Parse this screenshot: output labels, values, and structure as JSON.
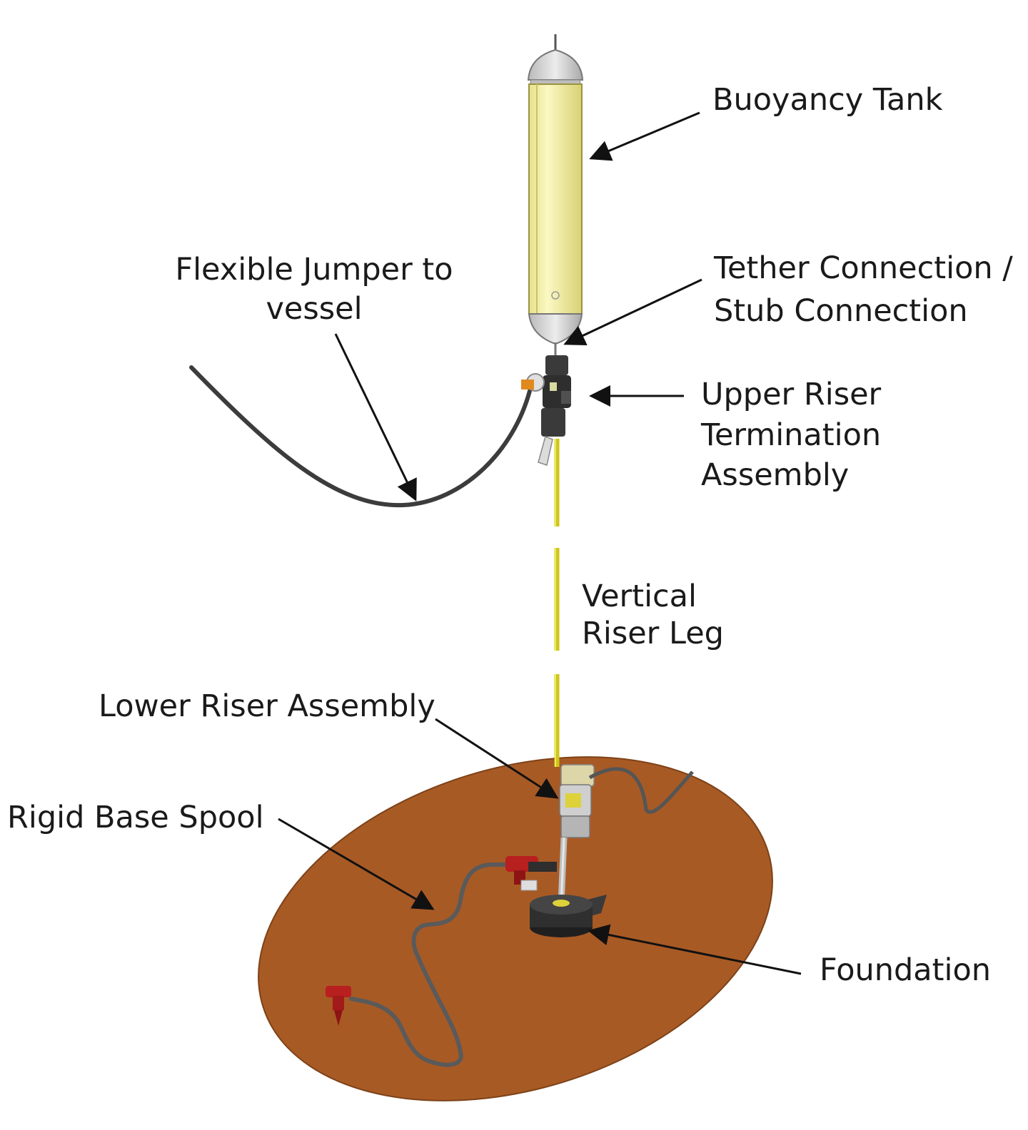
{
  "labels": {
    "buoyancy_tank": "Buoyancy Tank",
    "tether_line1": "Tether Connection /",
    "tether_line2": "Stub Connection",
    "jumper_line1": "Flexible Jumper to",
    "jumper_line2": "vessel",
    "urta_line1": "Upper Riser",
    "urta_line2": "Termination",
    "urta_line3": "Assembly",
    "vertical_line1": "Vertical",
    "vertical_line2": "Riser Leg",
    "lower_riser": "Lower Riser Assembly",
    "rigid_base": "Rigid Base Spool",
    "foundation": "Foundation"
  },
  "colors": {
    "tank_yellow": "#f6f2a0",
    "riser_yellow": "#e4dc28",
    "seabed_brown": "#a85a25",
    "pipe_gray": "#555555",
    "valve_red": "#b81f1f",
    "foundation_dark": "#2f2f2f",
    "arrow_black": "#111111"
  }
}
